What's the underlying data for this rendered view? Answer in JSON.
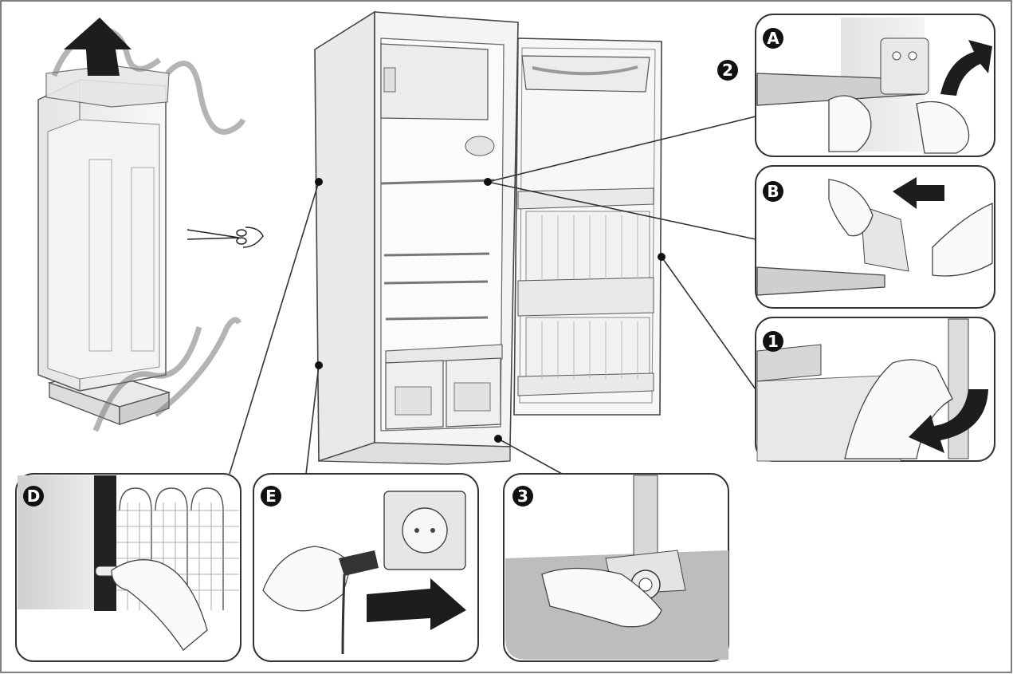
{
  "labels": {
    "a": "A",
    "b": "B",
    "d": "D",
    "e": "E",
    "step1": "1",
    "step2": "2",
    "step3": "3"
  }
}
